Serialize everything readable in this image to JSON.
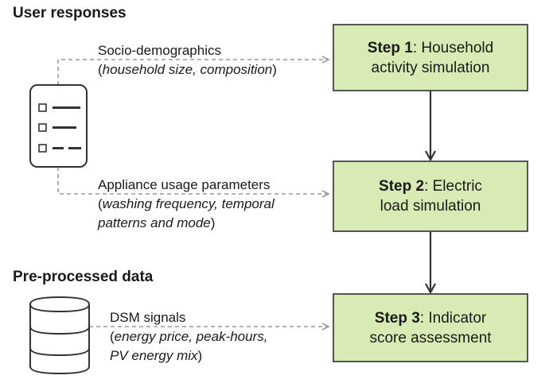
{
  "sections": {
    "user_responses": "User responses",
    "preprocessed": "Pre-processed data"
  },
  "steps": [
    {
      "bold": "Step 1",
      "rest": ": Household",
      "line2": "activity simulation"
    },
    {
      "bold": "Step 2",
      "rest": ": Electric",
      "line2": "load simulation"
    },
    {
      "bold": "Step 3",
      "rest": ": Indicator",
      "line2": "score assessment"
    }
  ],
  "inputs": {
    "socio": {
      "line1": "Socio-demographics",
      "open": "(",
      "italic": "household size, composition",
      "close": ")"
    },
    "appliance": {
      "line1": "Appliance usage parameters",
      "open": "(",
      "italic2": "washing frequency, temporal",
      "italic3": "patterns and mode",
      "close": ")"
    },
    "dsm": {
      "line1": "DSM signals",
      "open": "(",
      "italic2": "energy price, peak-hours,",
      "italic3": "PV energy mix",
      "close": ")"
    }
  },
  "icons": {
    "survey": "checklist-document-icon",
    "database": "database-icon"
  },
  "colors": {
    "step_fill": "#d9ebb4",
    "step_border": "#555555",
    "dashed_arrow": "#999999",
    "solid_arrow": "#333333"
  }
}
